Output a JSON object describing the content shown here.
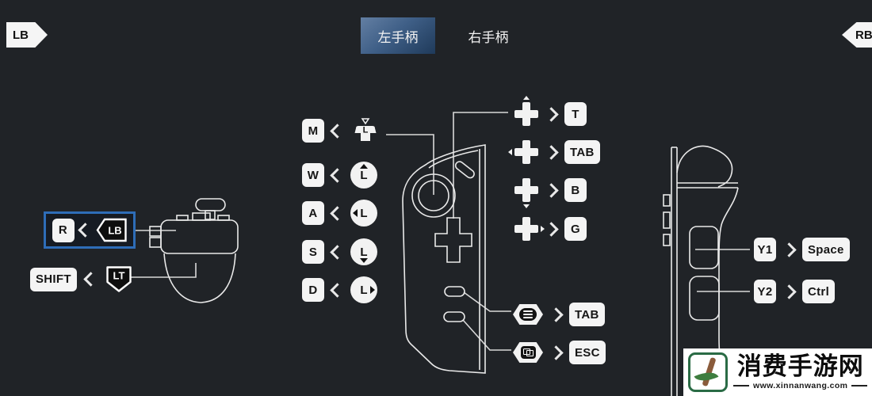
{
  "window": {
    "background": "#202327"
  },
  "corner_badges": {
    "left": "LB",
    "right": "RB"
  },
  "tabs": {
    "left": {
      "label": "左手柄",
      "active": true
    },
    "right": {
      "label": "右手柄",
      "active": false
    }
  },
  "trigger_rows": [
    {
      "key": "R",
      "button": "LB",
      "selected": true
    },
    {
      "key": "SHIFT",
      "button": "LT",
      "selected": false
    }
  ],
  "stick_rows": [
    {
      "key": "M",
      "icon": "l-stick-press-icon",
      "stick_label": "L"
    },
    {
      "key": "W",
      "icon": "l-stick-up-icon",
      "stick_label": "L"
    },
    {
      "key": "A",
      "icon": "l-stick-left-icon",
      "stick_label": "L"
    },
    {
      "key": "S",
      "icon": "l-stick-down-icon",
      "stick_label": "L"
    },
    {
      "key": "D",
      "icon": "l-stick-right-icon",
      "stick_label": "L"
    }
  ],
  "dpad_rows": [
    {
      "icon": "dpad-up-icon",
      "key": "T"
    },
    {
      "icon": "dpad-left-icon",
      "key": "TAB"
    },
    {
      "icon": "dpad-down-icon",
      "key": "B"
    },
    {
      "icon": "dpad-right-icon",
      "key": "G"
    }
  ],
  "system_rows": [
    {
      "icon": "menu-button-icon",
      "key": "TAB"
    },
    {
      "icon": "capture-button-icon",
      "key": "ESC"
    }
  ],
  "paddle_rows": [
    {
      "button": "Y1",
      "key": "Space"
    },
    {
      "button": "Y2",
      "key": "Ctrl"
    }
  ],
  "watermark": {
    "title": "消费手游网",
    "url": "www.xinnanwang.com"
  },
  "colors": {
    "selection_border": "#2e6db8",
    "tab_gradient_top": "#637fa3",
    "tab_gradient_bottom": "#1f3a5a",
    "badge_background": "#f4f4f4",
    "badge_text": "#161616",
    "callout_line": "#d9d9d9",
    "watermark_green": "#2a6b45",
    "watermark_brown": "#8a5b3b"
  }
}
